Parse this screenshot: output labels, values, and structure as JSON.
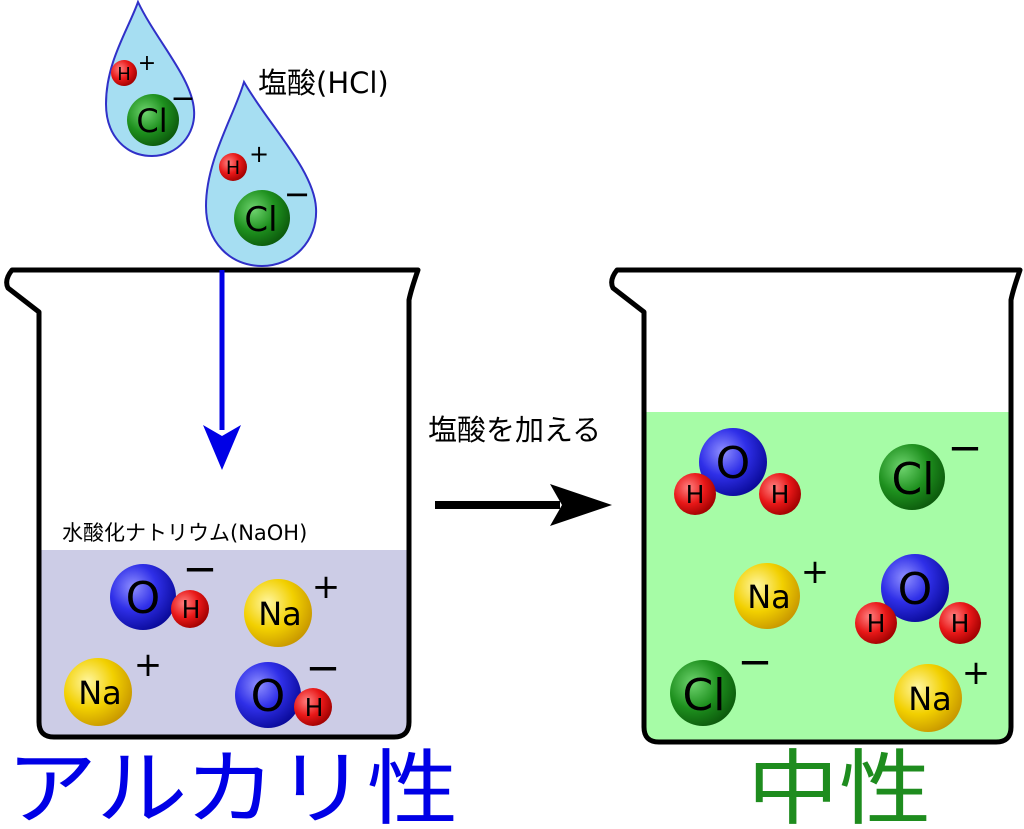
{
  "labels": {
    "acid_name": "塩酸(HCl)",
    "base_name": "水酸化ナトリウム(NaOH)",
    "arrow_text": "塩酸を加える",
    "left_caption": "アルカリ性",
    "right_caption": "中性"
  },
  "symbols": {
    "h": "H",
    "o": "O",
    "na": "Na",
    "cl": "Cl",
    "plus": "+",
    "minus": "−"
  },
  "colors": {
    "left_solution": "#cccce6",
    "right_solution": "#a6fca6",
    "drop_fill": "#a6def2",
    "drop_stroke": "#3030c8",
    "left_caption": "#0000e6",
    "right_caption": "#1e8c1e",
    "pour_arrow": "#0000e6"
  }
}
